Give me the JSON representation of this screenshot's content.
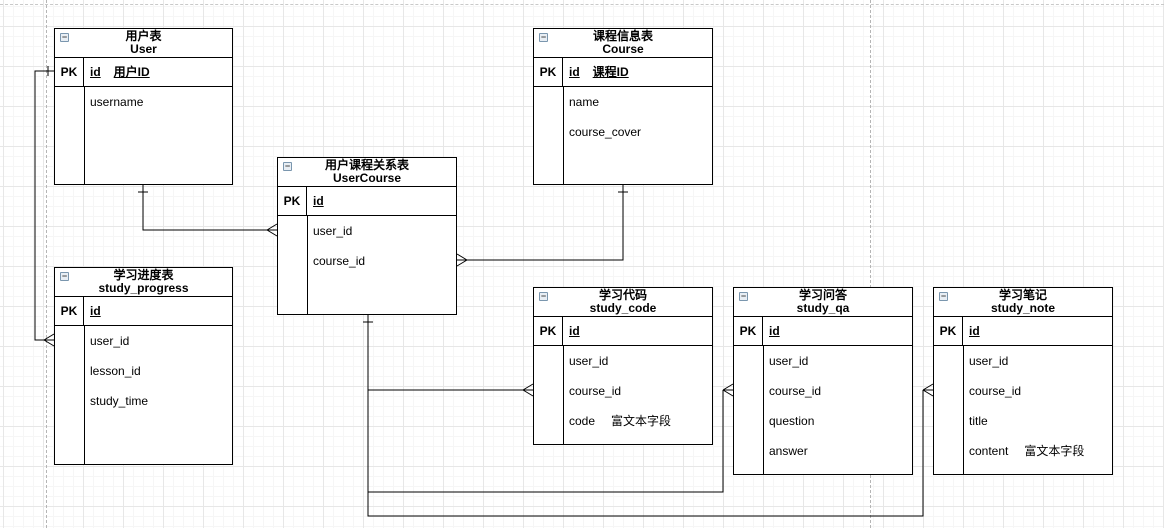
{
  "canvas": {
    "background": "#ffffff",
    "grid_minor_color": "#f6f6f6",
    "grid_major_color": "#e7e7e7",
    "page_boundary_color": "#b5b5b5",
    "line_color": "#000000"
  },
  "icons": {
    "collapse_glyph": "−"
  },
  "tables": {
    "user": {
      "title_zh": "用户表",
      "title_en": "User",
      "pk_label": "PK",
      "pk": {
        "name": "id",
        "note": "用户ID"
      },
      "fields": [
        {
          "name": "username"
        }
      ]
    },
    "course": {
      "title_zh": "课程信息表",
      "title_en": "Course",
      "pk_label": "PK",
      "pk": {
        "name": "id",
        "note": "课程ID"
      },
      "fields": [
        {
          "name": "name"
        },
        {
          "name": "course_cover"
        }
      ]
    },
    "usercourse": {
      "title_zh": "用户课程关系表",
      "title_en": "UserCourse",
      "pk_label": "PK",
      "pk": {
        "name": "id"
      },
      "fields": [
        {
          "name": "user_id"
        },
        {
          "name": "course_id"
        }
      ]
    },
    "study_progress": {
      "title_zh": "学习进度表",
      "title_en": "study_progress",
      "pk_label": "PK",
      "pk": {
        "name": "id"
      },
      "fields": [
        {
          "name": "user_id"
        },
        {
          "name": "lesson_id"
        },
        {
          "name": "study_time"
        }
      ]
    },
    "study_code": {
      "title_zh": "学习代码",
      "title_en": "study_code",
      "pk_label": "PK",
      "pk": {
        "name": "id"
      },
      "fields": [
        {
          "name": "user_id"
        },
        {
          "name": "course_id"
        },
        {
          "name": "code",
          "note": "富文本字段"
        }
      ]
    },
    "study_qa": {
      "title_zh": "学习问答",
      "title_en": "study_qa",
      "pk_label": "PK",
      "pk": {
        "name": "id"
      },
      "fields": [
        {
          "name": "user_id"
        },
        {
          "name": "course_id"
        },
        {
          "name": "question"
        },
        {
          "name": "answer"
        }
      ]
    },
    "study_note": {
      "title_zh": "学习笔记",
      "title_en": "study_note",
      "pk_label": "PK",
      "pk": {
        "name": "id"
      },
      "fields": [
        {
          "name": "user_id"
        },
        {
          "name": "course_id"
        },
        {
          "name": "title"
        },
        {
          "name": "content",
          "note": "富文本字段"
        }
      ]
    }
  },
  "relations": [
    {
      "from_table": "User",
      "from_cardinality": "one",
      "to_table": "study_progress",
      "to_cardinality": "many"
    },
    {
      "from_table": "User",
      "from_cardinality": "one",
      "to_table": "UserCourse",
      "to_cardinality": "many"
    },
    {
      "from_table": "Course",
      "from_cardinality": "one",
      "to_table": "UserCourse",
      "to_cardinality": "many"
    },
    {
      "from_table": "UserCourse",
      "from_cardinality": "one",
      "to_table": "study_code",
      "to_cardinality": "many"
    },
    {
      "from_table": "UserCourse",
      "from_cardinality": "one",
      "to_table": "study_qa",
      "to_cardinality": "many"
    },
    {
      "from_table": "UserCourse",
      "from_cardinality": "one",
      "to_table": "study_note",
      "to_cardinality": "many"
    }
  ]
}
